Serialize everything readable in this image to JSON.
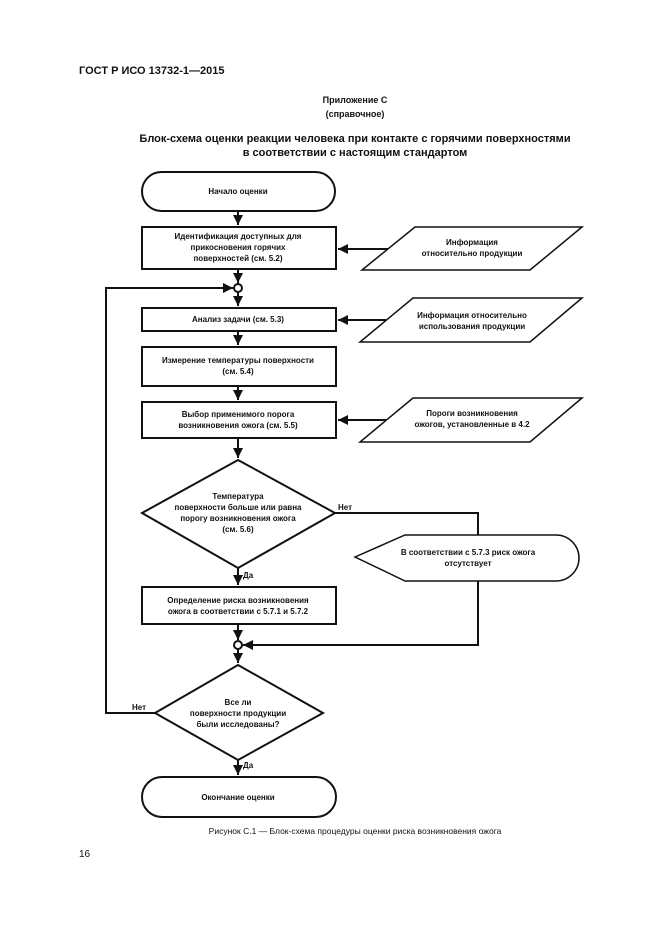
{
  "header": "ГОСТ Р ИСО 13732-1—2015",
  "appendix": {
    "label": "Приложение С",
    "note": "(справочное)"
  },
  "title": [
    "Блок-схема оценки реакции человека при контакте с горячими поверхностями",
    "в соответствии с настоящим стандартом"
  ],
  "flowchart": {
    "start": "Начало оценки",
    "step1": [
      "Идентификация доступных для",
      "прикосновения горячих",
      "поверхностей (см. 5.2)"
    ],
    "input1": [
      "Информация",
      "относительно продукции"
    ],
    "step2": [
      "Анализ задачи (см. 5.3)"
    ],
    "input2": [
      "Информация относительно",
      "использования продукции"
    ],
    "step3": [
      "Измерение температуры поверхности",
      "(см. 5.4)"
    ],
    "step4": [
      "Выбор применимого порога",
      "возникновения ожога (см. 5.5)"
    ],
    "input3": [
      "Пороги возникновения",
      "ожогов, установленные в 4.2"
    ],
    "decision1": [
      "Температура",
      "поверхности больше или равна",
      "порогу возникновения ожога",
      "(см. 5.6)"
    ],
    "no_label_1": "Нет",
    "yes_label_1": "Да",
    "display1": [
      "В соответствии с 5.7.3 риск ожога",
      "отсутствует"
    ],
    "step5": [
      "Определение риска возникновения",
      "ожога в соответствии с 5.7.1 и 5.7.2"
    ],
    "decision2": [
      "Все ли",
      "поверхности продукции",
      "были исследованы?"
    ],
    "no_label_2": "Нет",
    "yes_label_2": "Да",
    "end": "Окончание оценки"
  },
  "caption": "Рисунок С.1 — Блок-схема процедуры оценки риска возникновения ожога",
  "page_number": "16"
}
